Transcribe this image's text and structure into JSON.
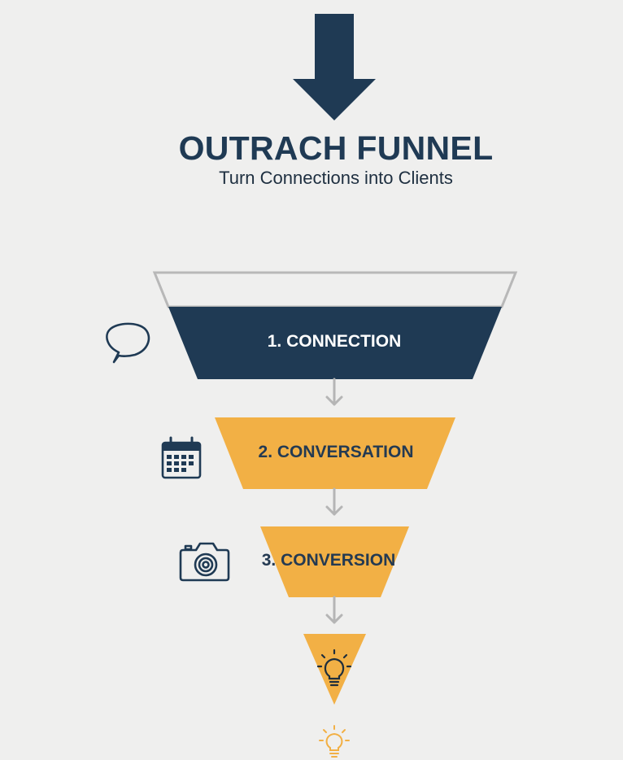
{
  "header": {
    "title": "OUTRACH FUNNEL",
    "subtitle": "Turn Connections into Clients"
  },
  "stages": [
    {
      "label": "1. CONNECTION",
      "icon": "speech-bubble-icon"
    },
    {
      "label": "2. CONVERSATION",
      "icon": "calendar-icon"
    },
    {
      "label": "3. CONVERSION",
      "icon": "camera-icon"
    }
  ],
  "tip": {
    "icon": "lightbulb-icon"
  },
  "footer_icon": "lightbulb-icon",
  "colors": {
    "navy": "#1f3a54",
    "amber": "#f2b045",
    "background": "#efefee",
    "connector": "#b5b5b5"
  }
}
